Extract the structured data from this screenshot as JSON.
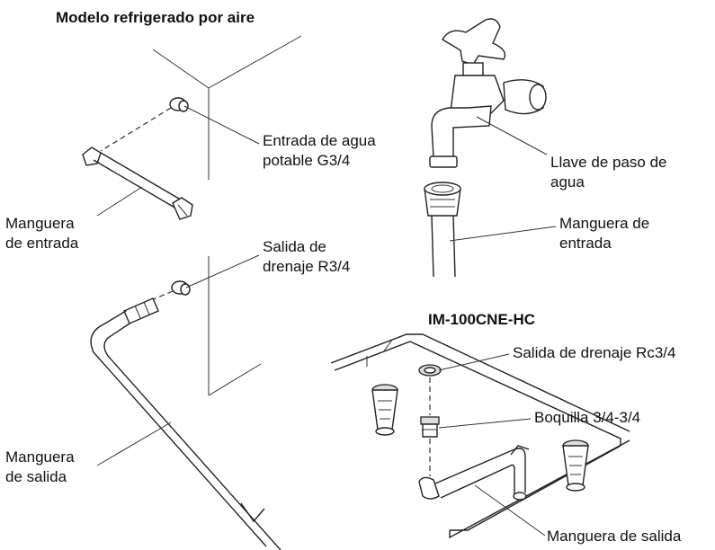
{
  "titles": {
    "air_cooled": "Modelo refrigerado por aire",
    "model": "IM-100CNE-HC"
  },
  "labels": {
    "water_inlet_line1": "Entrada de agua",
    "water_inlet_line2": "potable G3/4",
    "inlet_hose_left_line1": "Manguera",
    "inlet_hose_left_line2": "de entrada",
    "drain_outlet_line1": "Salida de",
    "drain_outlet_line2": "drenaje R3/4",
    "outlet_hose_left_line1": "Manguera",
    "outlet_hose_left_line2": "de salida",
    "tap_line1": "Llave de paso de",
    "tap_line2": "agua",
    "inlet_hose_right_line1": "Manguera de",
    "inlet_hose_right_line2": "entrada",
    "drain_outlet_rc": "Salida de drenaje Rc3/4",
    "nozzle": "Boquilla 3/4-3/4",
    "outlet_hose_right": "Manguera de salida"
  }
}
